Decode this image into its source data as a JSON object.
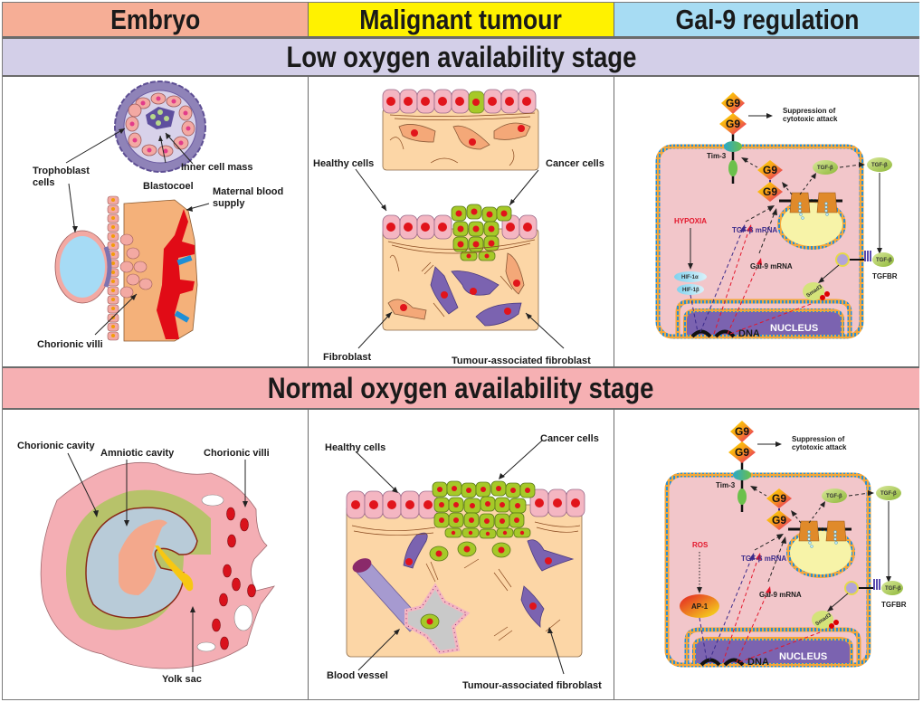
{
  "columns": [
    {
      "label": "Embryo",
      "color": "#f6ae96"
    },
    {
      "label": "Malignant tumour",
      "color": "#fff200"
    },
    {
      "label": "Gal-9 regulation",
      "color": "#a7dcf3"
    }
  ],
  "stages": [
    {
      "label": "Low oxygen availability stage",
      "color": "#d3cfe8",
      "embryo": {
        "labels": {
          "trophoblast_cells": "Trophoblast cells",
          "trophoblast_line1": "Trophoblast",
          "trophoblast_line2": "cells",
          "inner_cell_mass": "Inner cell mass",
          "blastocoel": "Blastocoel",
          "maternal_line1": "Maternal blood",
          "maternal_line2": "supply",
          "chorionic_villi": "Chorionic villi"
        }
      },
      "tumour": {
        "labels": {
          "healthy_cells": "Healthy cells",
          "cancer_cells": "Cancer cells",
          "fibroblast": "Fibroblast",
          "taf": "Tumour-associated fibroblast"
        }
      },
      "gal9": {
        "labels": {
          "g9": "G9",
          "suppression_line1": "Suppression of",
          "suppression_line2": "cytotoxic attack",
          "tim3": "Tim-3",
          "tgfb": "TGF-β",
          "stimulus": "HYPOXIA",
          "tf1": "HIF-1α",
          "tf2": "HIF-1β",
          "tgfb_mrna": "TGF-β mRNA",
          "gal9_mrna": "Gal-9 mRNA",
          "tgfbr": "TGFBR",
          "smad": "Smad3",
          "dna": "DNA",
          "nucleus": "NUCLEUS"
        }
      }
    },
    {
      "label": "Normal oxygen availability stage",
      "color": "#f6b0b3",
      "embryo": {
        "labels": {
          "chorionic_cavity": "Chorionic cavity",
          "amniotic_cavity": "Amniotic cavity",
          "chorionic_villi": "Chorionic villi",
          "yolk_sac": "Yolk sac"
        }
      },
      "tumour": {
        "labels": {
          "healthy_cells": "Healthy cells",
          "cancer_cells": "Cancer cells",
          "blood_vessel": "Blood vessel",
          "taf": "Tumour-associated fibroblast"
        }
      },
      "gal9": {
        "labels": {
          "g9": "G9",
          "suppression_line1": "Suppression of",
          "suppression_line2": "cytotoxic attack",
          "tim3": "Tim-3",
          "tgfb": "TGF-β",
          "stimulus": "ROS",
          "tf1": "AP-1",
          "tgfb_mrna": "TGF-β mRNA",
          "gal9_mrna": "Gal-9 mRNA",
          "tgfbr": "TGFBR",
          "smad": "Smad3",
          "dna": "DNA",
          "nucleus": "NUCLEUS"
        }
      }
    }
  ]
}
